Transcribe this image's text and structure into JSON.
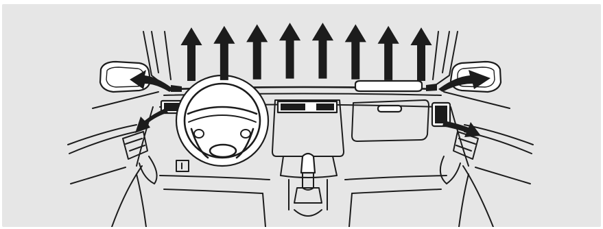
{
  "figure": {
    "subject": "car-interior-dashboard-airflow",
    "colors": {
      "background": "#e6e6e6",
      "line": "#1c1c1c",
      "fill_white": "#ffffff"
    },
    "airflow": {
      "windshield_defrost_arrow_count": 8,
      "side_window_arrow_count": 2,
      "side_vent_arrow_count": 2
    }
  }
}
